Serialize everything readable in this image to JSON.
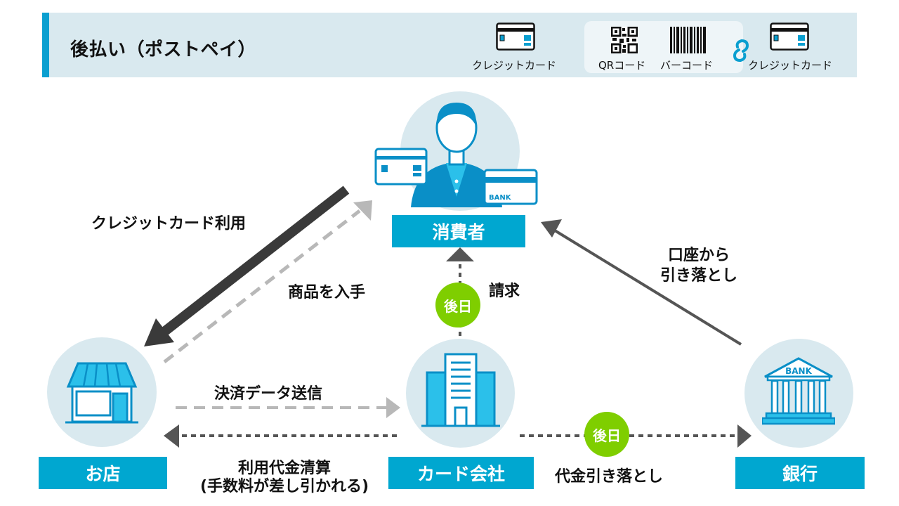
{
  "header": {
    "title": "後払い（ポストペイ）",
    "payment_methods": [
      {
        "label": "クレジットカード",
        "icon": "credit-card-icon"
      },
      {
        "label": "QRコード",
        "icon": "qr-code-icon"
      },
      {
        "label": "バーコード",
        "icon": "barcode-icon"
      },
      {
        "label": "クレジットカード",
        "icon": "credit-card-icon"
      }
    ],
    "link_icon": "link-icon"
  },
  "nodes": {
    "consumer": {
      "label": "消費者",
      "icon": "person-with-cards-icon"
    },
    "shop": {
      "label": "お店",
      "icon": "storefront-icon"
    },
    "card_company": {
      "label": "カード会社",
      "icon": "office-building-icon"
    },
    "bank": {
      "label": "銀行",
      "icon": "bank-building-icon",
      "icon_text": "BANK"
    }
  },
  "flows": {
    "credit_card_use": "クレジットカード利用",
    "get_goods": "商品を入手",
    "billing": "請求",
    "billing_badge": "後日",
    "account_debit_line1": "口座から",
    "account_debit_line2": "引き落とし",
    "send_payment_data": "決済データ送信",
    "settlement_line1": "利用代金清算",
    "settlement_line2": "(手数料が差し引かれる)",
    "debit_badge": "後日",
    "payment_debit": "代金引き落とし"
  },
  "colors": {
    "accent_blue": "#00a7d0",
    "header_bg": "#d9e9ef",
    "badge_green": "#7fce00",
    "arrow_dark": "#3a3a3a",
    "arrow_light": "#b8b8b8"
  }
}
